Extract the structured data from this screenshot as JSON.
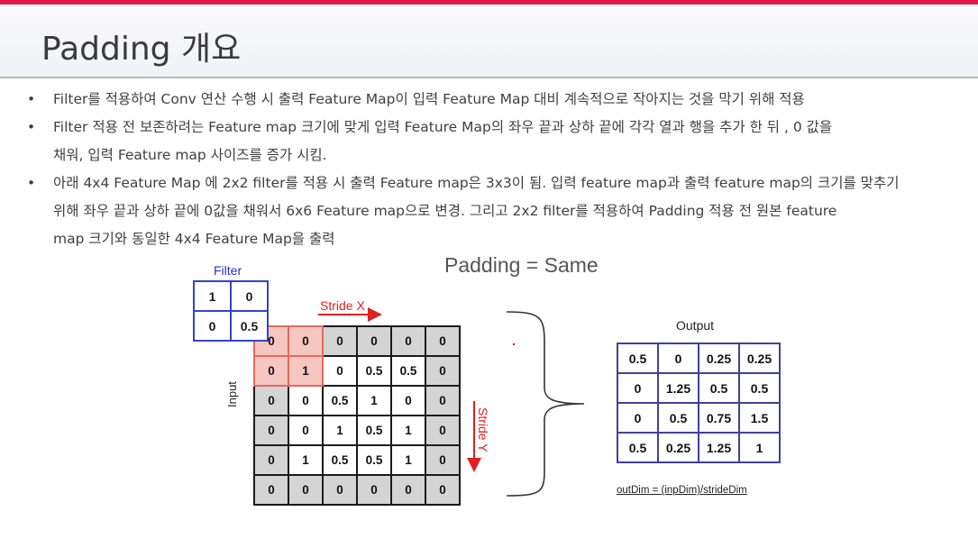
{
  "slide": {
    "title": "Padding 개요",
    "bullet_marker": "•",
    "bullets": [
      [
        "Filter를 적용하여 Conv 연산 수행 시 출력 Feature Map이 입력 Feature Map 대비 계속적으로 작아지는 것을 막기 위해 적용"
      ],
      [
        "Filter 적용 전 보존하려는 Feature map 크기에 맞게 입력 Feature Map의 좌우 끝과 상하 끝에 각각 열과 행을 추가 한 뒤 , 0 값을",
        "채워, 입력 Feature map 사이즈를 증가 시킴."
      ],
      [
        "아래 4x4 Feature Map 에 2x2 filter를 적용 시 출력 Feature map은 3x3이 됨. 입력 feature map과 출력 feature map의 크기를 맞추기",
        "위해  좌우 끝과 상하 끝에 0값을 채워서 6x6 Feature map으로 변경. 그리고 2x2 filter를 적용하여 Padding 적용 전 원본 feature",
        "map 크기와 동일한 4x4 Feature Map을 출력"
      ]
    ]
  },
  "diagram": {
    "heading": "Padding = Same",
    "filter_label": "Filter",
    "filter": [
      [
        "1",
        "0"
      ],
      [
        "0",
        "0.5"
      ]
    ],
    "stride_x_label": "Stride X",
    "stride_y_label": "Stride Y",
    "input_label": "Input",
    "input": [
      [
        "0",
        "0",
        "0",
        "0",
        "0",
        "0"
      ],
      [
        "0",
        "1",
        "0",
        "0.5",
        "0.5",
        "0"
      ],
      [
        "0",
        "0",
        "0.5",
        "1",
        "0",
        "0"
      ],
      [
        "0",
        "0",
        "1",
        "0.5",
        "1",
        "0"
      ],
      [
        "0",
        "1",
        "0.5",
        "0.5",
        "1",
        "0"
      ],
      [
        "0",
        "0",
        "0",
        "0",
        "0",
        "0"
      ]
    ],
    "output_label": "Output",
    "output": [
      [
        "0.5",
        "0",
        "0.25",
        "0.25"
      ],
      [
        "0",
        "1.25",
        "0.5",
        "0.5"
      ],
      [
        "0",
        "0.5",
        "0.75",
        "1.5"
      ],
      [
        "0.5",
        "0.25",
        "1.25",
        "1"
      ]
    ],
    "formula": "outDim = (inpDim)/strideDim",
    "colors": {
      "accent_bar": "#e2174a",
      "filter_border": "#3344cc",
      "stride_arrow": "#e02020",
      "padding_cell": "#d4d4d4",
      "window_cell": "#f6c6c0",
      "output_border": "#4040a0"
    }
  }
}
